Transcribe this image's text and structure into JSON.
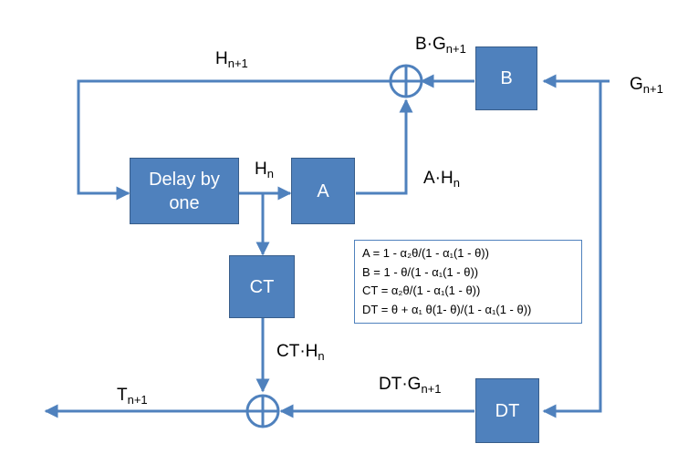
{
  "blocks": {
    "delay_line1": "Delay by",
    "delay_line2": "one",
    "a": "A",
    "b": "B",
    "ct": "CT",
    "dt": "DT"
  },
  "signals": {
    "h_next": {
      "base": "H",
      "sub": "n+1"
    },
    "h_n": {
      "base": "H",
      "sub": "n"
    },
    "a_hn": {
      "base": "A·H",
      "sub": "n"
    },
    "b_gn1": {
      "base": "B·G",
      "sub": "n+1"
    },
    "g_next": {
      "base": "G",
      "sub": "n+1"
    },
    "ct_hn": {
      "base": "CT·H",
      "sub": "n"
    },
    "dt_gn1": {
      "base": "DT·G",
      "sub": "n+1"
    },
    "t_next": {
      "base": "T",
      "sub": "n+1"
    }
  },
  "formulas": [
    "A = 1 - α₂θ/(1 - α₁(1 - θ))",
    "B = 1 - θ/(1 - α₁(1 - θ))",
    "CT = α₂θ/(1 - α₁(1 - θ))",
    "DT = θ + α₁ θ(1- θ)/(1 - α₁(1 - θ))"
  ],
  "colors": {
    "block_fill": "#4f81bd",
    "block_border": "#385d8a",
    "line": "#4f81bd"
  }
}
